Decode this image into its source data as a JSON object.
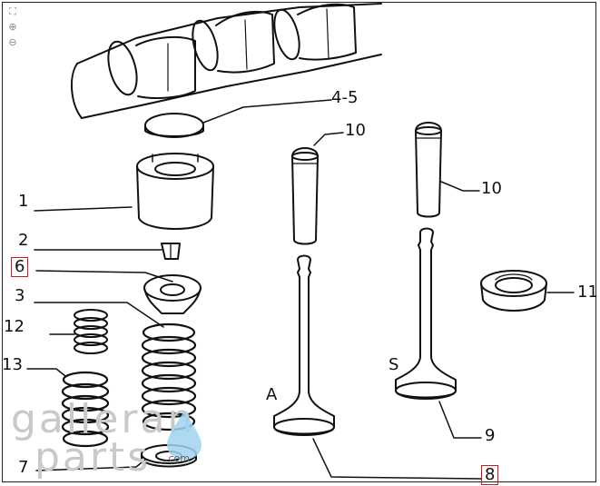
{
  "toolbar": {
    "tools": [
      {
        "name": "fit-icon",
        "glyph": "⛶"
      },
      {
        "name": "zoom-in-icon",
        "glyph": "⊕"
      },
      {
        "name": "zoom-out-icon",
        "glyph": "⊖"
      }
    ]
  },
  "callouts": {
    "c45": "4-5",
    "c1": "1",
    "c2": "2",
    "c6": "6",
    "c3": "3",
    "c12": "12",
    "c13": "13",
    "c7": "7",
    "c10a": "10",
    "c10b": "10",
    "c11": "11",
    "cA": "A",
    "cS": "S",
    "c9": "9",
    "c8": "8"
  },
  "watermark": {
    "line1": "galleran",
    "line2": "parts",
    "suffix": ".com"
  },
  "colors": {
    "highlight_box": "#d01a1a",
    "watermark_accent": "#9fd3f0"
  }
}
